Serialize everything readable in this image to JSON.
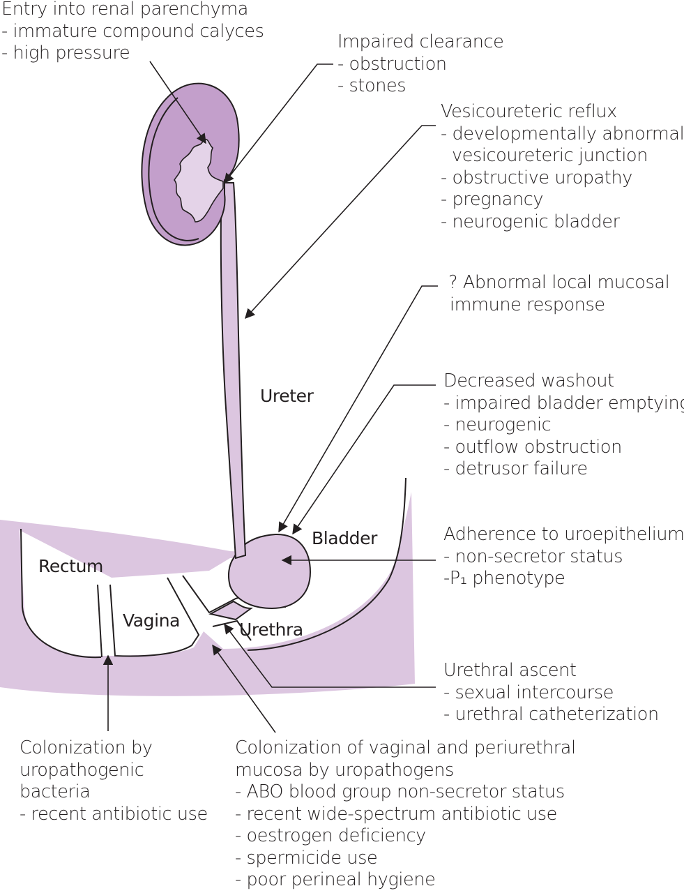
{
  "colors": {
    "tissue_light": "#dcc6e0",
    "tissue_kidney": "#c39fcb",
    "pelvis": "#e4d3e8",
    "line": "#231f20"
  },
  "organs": {
    "ureter": "Ureter",
    "bladder": "Bladder",
    "rectum": "Rectum",
    "vagina": "Vagina",
    "urethra": "Urethra"
  },
  "annotations": {
    "renal_entry": {
      "title": "Entry into renal parenchyma",
      "items": [
        "- immature compound calyces",
        "- high pressure"
      ]
    },
    "impaired_clearance": {
      "title": "Impaired clearance",
      "items": [
        "- obstruction",
        "- stones"
      ]
    },
    "vesicoureteric_reflux": {
      "title": "Vesicoureteric reflux",
      "items": [
        "- developmentally abnormal",
        "vesicoureteric junction",
        "- obstructive uropathy",
        "- pregnancy",
        "- neurogenic bladder"
      ]
    },
    "mucosal_immune": {
      "title": "? Abnormal local mucosal",
      "items": [
        "immune response"
      ]
    },
    "decreased_washout": {
      "title": "Decreased washout",
      "items": [
        "- impaired bladder emptying",
        "- neurogenic",
        "- outflow obstruction",
        "- detrusor failure"
      ]
    },
    "adherence": {
      "title": "Adherence to uroepithelium",
      "items": [
        "- non-secretor status",
        "-P₁ phenotype"
      ]
    },
    "urethral_ascent": {
      "title": "Urethral ascent",
      "items": [
        "- sexual intercourse",
        "- urethral catheterization"
      ]
    },
    "colonization_bacteria": {
      "title": "Colonization by",
      "items": [
        "uropathogenic",
        "bacteria",
        "- recent antibiotic use"
      ]
    },
    "colonization_mucosa": {
      "title": "Colonization of vaginal and periurethral",
      "items": [
        "mucosa by uropathogens",
        "- ABO blood group non-secretor status",
        "- recent wide-spectrum antibiotic use",
        "- oestrogen deficiency",
        "- spermicide use",
        "- poor perineal hygiene"
      ]
    }
  }
}
